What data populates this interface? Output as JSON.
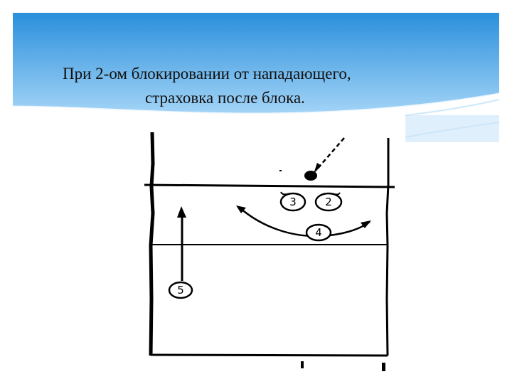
{
  "slide": {
    "title_line1": "При 2-ом блокировании от нападающего,",
    "title_line2": "страховка после блока."
  },
  "colors": {
    "header_top": "#2a8fdc",
    "header_bottom": "#9fd2f7",
    "ink": "#000000"
  },
  "diagram": {
    "players": [
      {
        "id": "player-3",
        "label": "3"
      },
      {
        "id": "player-2",
        "label": "2"
      },
      {
        "id": "player-4",
        "label": "4"
      },
      {
        "id": "player-5",
        "label": "5"
      }
    ],
    "icons": [
      "ball-icon",
      "attack-direction-arrow",
      "coverage-arc-arrow",
      "player-movement-arrow"
    ]
  }
}
